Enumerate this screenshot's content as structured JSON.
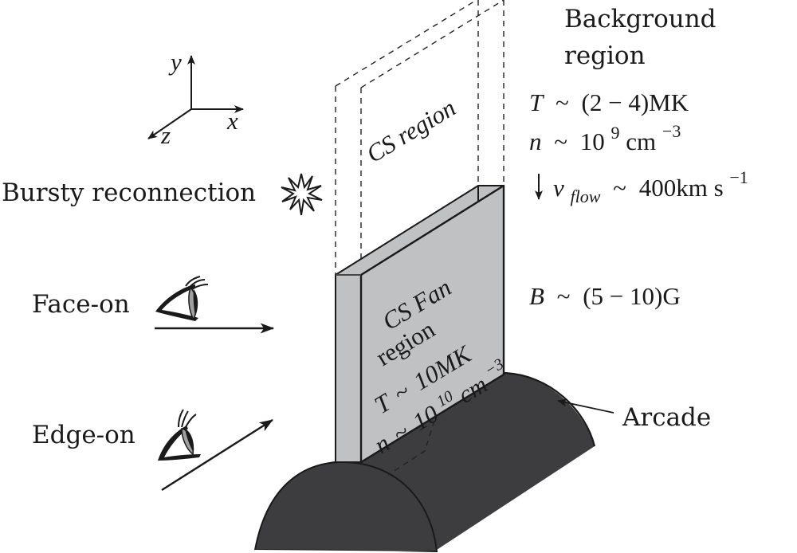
{
  "figure": {
    "axes": {
      "y_label": "y",
      "x_label": "x",
      "z_label": "z"
    },
    "background_label": {
      "line1": "Background",
      "line2": "region"
    },
    "cs_region_label": "CS region",
    "background_params": {
      "temperature": {
        "symbol": "T",
        "relation": "~",
        "value": "(2 − 4)MK"
      },
      "density": {
        "symbol": "n",
        "relation": "~",
        "base": "10",
        "exp": "9",
        "unit": "cm",
        "unit_exp": "−3"
      },
      "flow": {
        "arrow": "↓",
        "symbol": "v",
        "subscript": "flow",
        "relation": "~",
        "value": "400km s",
        "unit_exp": "−1"
      }
    },
    "bursty_label": "Bursty reconnection",
    "magnetic_field": {
      "symbol": "B",
      "relation": "~",
      "value": "(5 − 10)G"
    },
    "fan_region": {
      "line1": "CS Fan",
      "line2": "region",
      "temperature": {
        "symbol": "T",
        "relation": "~",
        "value": "10MK"
      },
      "density": {
        "symbol": "n",
        "relation": "~",
        "base": "10",
        "exp": "10",
        "unit": "cm",
        "unit_exp": "−3"
      }
    },
    "face_on_label": "Face-on",
    "edge_on_label": "Edge-on",
    "arcade_label": "Arcade",
    "colors": {
      "slab_fill": "#c0c1c3",
      "arcade_fill": "#3d3d3f",
      "eye_iris": "#a0a0a0",
      "ink": "#1a1a1a"
    }
  }
}
